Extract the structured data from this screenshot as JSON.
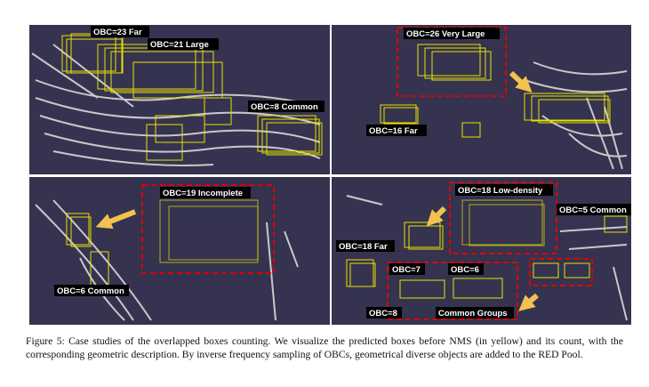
{
  "panels": [
    {
      "labels": [
        "OBC=23 Far",
        "OBC=21 Large",
        "OBC=8 Common"
      ]
    },
    {
      "labels": [
        "OBC=26 Very Large",
        "OBC=16 Far"
      ]
    },
    {
      "labels": [
        "OBC=19 Incomplete",
        "OBC=6 Common"
      ]
    },
    {
      "labels": [
        "OBC=18 Low-density",
        "OBC=5 Common",
        "OBC=18 Far",
        "OBC=7",
        "OBC=6",
        "OBC=8",
        "Common Groups"
      ]
    }
  ],
  "caption": {
    "text": "Figure 5: Case studies of the overlapped boxes counting. We visualize the predicted boxes before NMS (in yellow) and its count, with the corresponding geometric description. By inverse frequency sampling of OBCs, geometrical diverse objects are added to the",
    "pool_name": "RED",
    "pool_suffix": " Pool."
  },
  "colors": {
    "background": "#35334f",
    "boxes": "#e8e000",
    "arrow": "#f3c24e",
    "dashed": "#e00000"
  }
}
